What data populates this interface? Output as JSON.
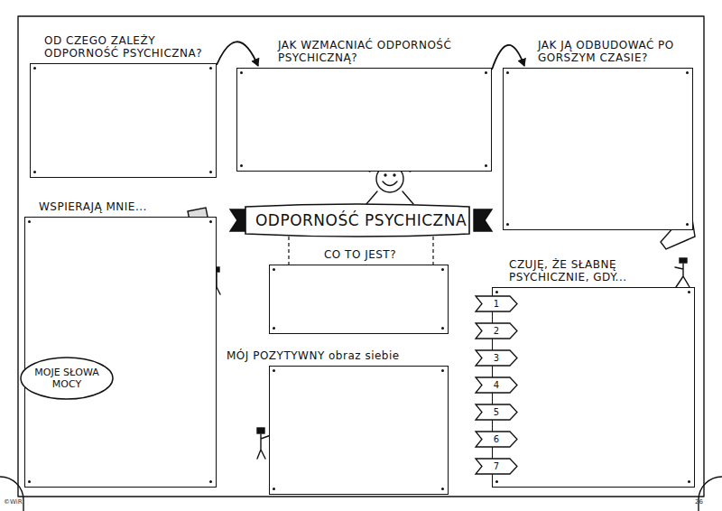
{
  "diagram": {
    "title": "ODPORNOŚĆ PSYCHICZNA",
    "nodes": [
      {
        "text": [
          "OD CZEGO ZALEŻY ODPORNOŚĆ PSYCHICZNA?"
        ]
      },
      {
        "text": [
          "JAK WZMACNIAĆ ODPORNOŚĆ PSYCHICZNĄ?"
        ]
      },
      {
        "text": [
          "JAK JĄ ODBUDOWAĆ PO GORSZYM CZASIE?"
        ]
      },
      {
        "text": [
          "WSPIERAJĄ MNIE..."
        ]
      },
      {
        "text": [
          "MOJE SŁOWA MOCY"
        ]
      },
      {
        "text": [
          "ODPORNOŚĆ PSYCHICZNA"
        ]
      },
      {
        "text": [
          "CO TO JEST?"
        ]
      },
      {
        "text": [
          "MÓJ POZYTYWNY obraz siebie"
        ]
      },
      {
        "text": [
          "CZUJĘ, ŻE SŁABNĘ PSYCHICZNIE, GDY..."
        ]
      },
      {
        "text": [
          "1"
        ],
        "in": 8
      },
      {
        "text": [
          "2"
        ],
        "in": 8
      },
      {
        "text": [
          "3"
        ],
        "in": 8
      },
      {
        "text": [
          "4"
        ],
        "in": 8
      },
      {
        "text": [
          "5"
        ],
        "in": 8
      },
      {
        "text": [
          "6"
        ],
        "in": 8
      },
      {
        "text": [
          "7"
        ],
        "in": 8
      }
    ],
    "edges": [
      {
        "from": 0,
        "to": 1,
        "arrow": "to"
      },
      {
        "from": 1,
        "to": 2,
        "arrow": "to"
      },
      {
        "from": 5,
        "to": 6,
        "arrow": "none"
      },
      {
        "from": 5,
        "to": 6,
        "arrow": "none"
      }
    ],
    "labels": [
      "©WiR",
      "26"
    ]
  }
}
